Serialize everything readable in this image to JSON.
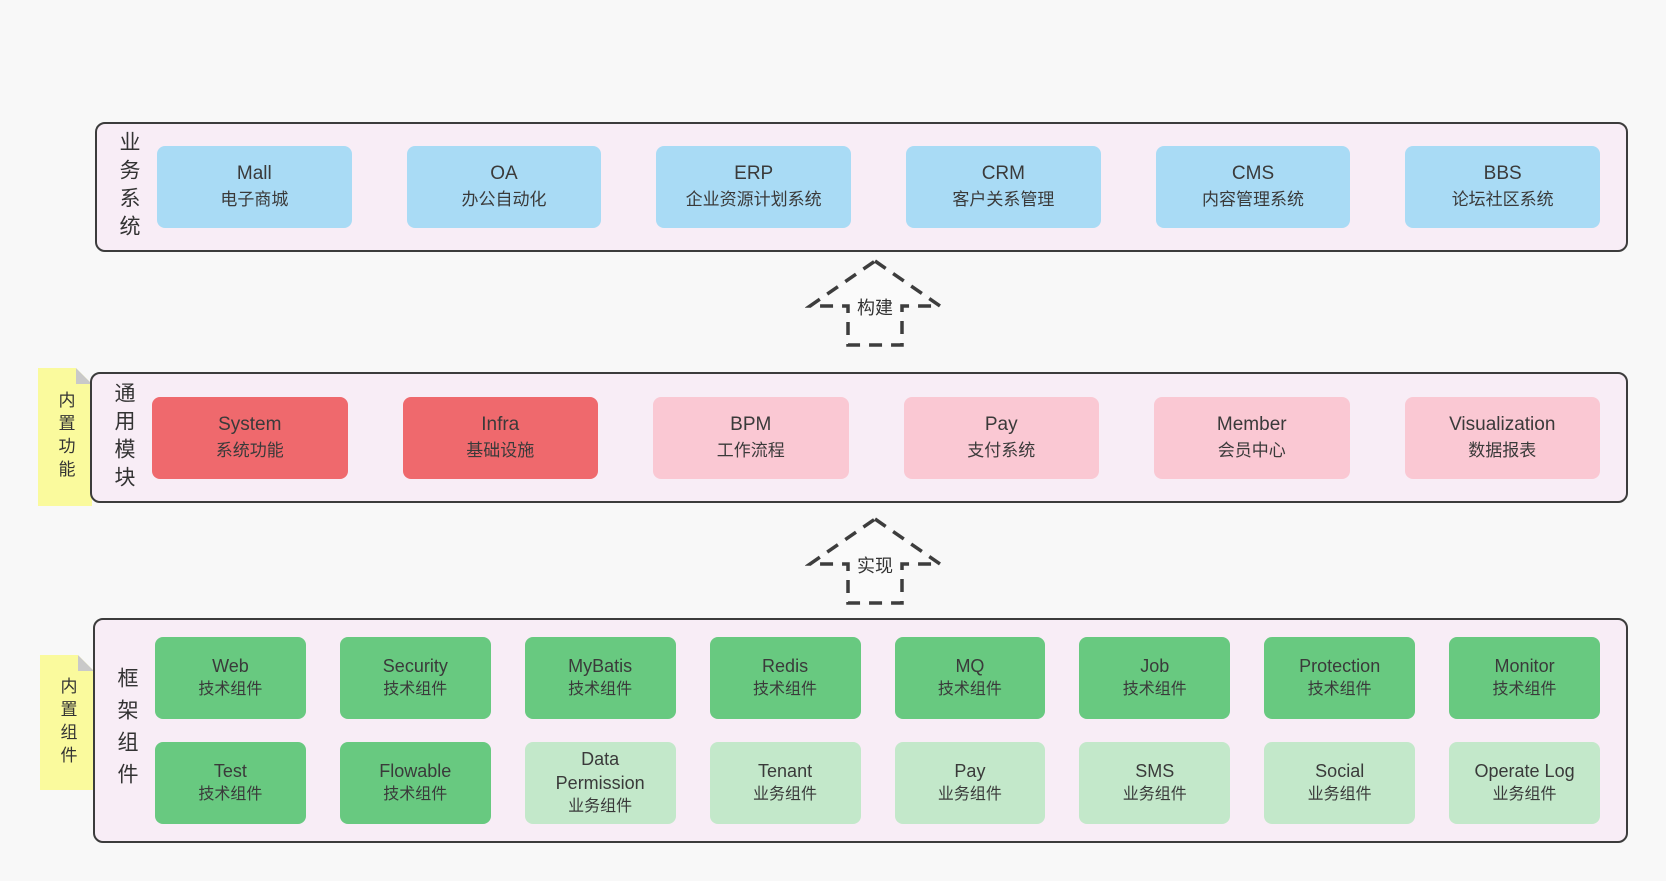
{
  "palette": {
    "page_bg": "#f8f8f8",
    "band_bg": "#f8edf6",
    "band_border": "#3c3c3c",
    "blue": "#a9dbf5",
    "red": "#ef696d",
    "pink": "#fac8d3",
    "green": "#68c980",
    "light_green": "#c3e8ca",
    "sticky_yellow": "#fafa9d",
    "text": "#3a3a3a"
  },
  "arrows": {
    "build": "构建",
    "implement": "实现"
  },
  "business": {
    "label": "业务系统",
    "boxes": [
      {
        "en": "Mall",
        "zh": "电子商城"
      },
      {
        "en": "OA",
        "zh": "办公自动化"
      },
      {
        "en": "ERP",
        "zh": "企业资源计划系统"
      },
      {
        "en": "CRM",
        "zh": "客户关系管理"
      },
      {
        "en": "CMS",
        "zh": "内容管理系统"
      },
      {
        "en": "BBS",
        "zh": "论坛社区系统"
      }
    ]
  },
  "modules": {
    "label": "通用模块",
    "sticky": "内置功能",
    "boxes": [
      {
        "en": "System",
        "zh": "系统功能",
        "color": "red"
      },
      {
        "en": "Infra",
        "zh": "基础设施",
        "color": "red"
      },
      {
        "en": "BPM",
        "zh": "工作流程",
        "color": "pink"
      },
      {
        "en": "Pay",
        "zh": "支付系统",
        "color": "pink"
      },
      {
        "en": "Member",
        "zh": "会员中心",
        "color": "pink"
      },
      {
        "en": "Visualization",
        "zh": "数据报表",
        "color": "pink"
      }
    ]
  },
  "components": {
    "label": "框架组件",
    "sticky": "内置组件",
    "row1": [
      {
        "en": "Web",
        "zh": "技术组件",
        "color": "green"
      },
      {
        "en": "Security",
        "zh": "技术组件",
        "color": "green"
      },
      {
        "en": "MyBatis",
        "zh": "技术组件",
        "color": "green"
      },
      {
        "en": "Redis",
        "zh": "技术组件",
        "color": "green"
      },
      {
        "en": "MQ",
        "zh": "技术组件",
        "color": "green"
      },
      {
        "en": "Job",
        "zh": "技术组件",
        "color": "green"
      },
      {
        "en": "Protection",
        "zh": "技术组件",
        "color": "green"
      },
      {
        "en": "Monitor",
        "zh": "技术组件",
        "color": "green"
      }
    ],
    "row2": [
      {
        "en": "Test",
        "zh": "技术组件",
        "color": "green"
      },
      {
        "en": "Flowable",
        "zh": "技术组件",
        "color": "green"
      },
      {
        "en": "Data Permission",
        "zh": "业务组件",
        "color": "light_green"
      },
      {
        "en": "Tenant",
        "zh": "业务组件",
        "color": "light_green"
      },
      {
        "en": "Pay",
        "zh": "业务组件",
        "color": "light_green"
      },
      {
        "en": "SMS",
        "zh": "业务组件",
        "color": "light_green"
      },
      {
        "en": "Social",
        "zh": "业务组件",
        "color": "light_green"
      },
      {
        "en": "Operate Log",
        "zh": "业务组件",
        "color": "light_green"
      }
    ]
  }
}
